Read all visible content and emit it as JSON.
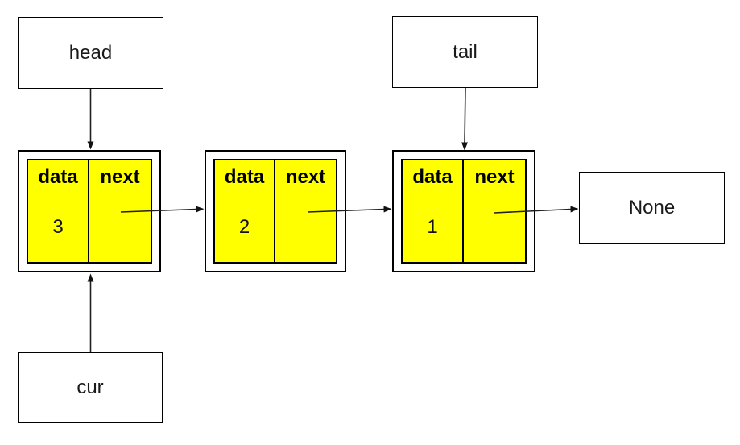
{
  "diagram": {
    "kind": "singly-linked-list",
    "pointers": {
      "head": "head",
      "tail": "tail",
      "cur": "cur"
    },
    "terminator": "None",
    "nodes": [
      {
        "data_label": "data",
        "next_label": "next",
        "value": "3"
      },
      {
        "data_label": "data",
        "next_label": "next",
        "value": "2"
      },
      {
        "data_label": "data",
        "next_label": "next",
        "value": "1"
      }
    ],
    "colors": {
      "node_fill": "#FFFF00",
      "box_border": "#000000",
      "arrow": "#1F1F1F"
    }
  }
}
